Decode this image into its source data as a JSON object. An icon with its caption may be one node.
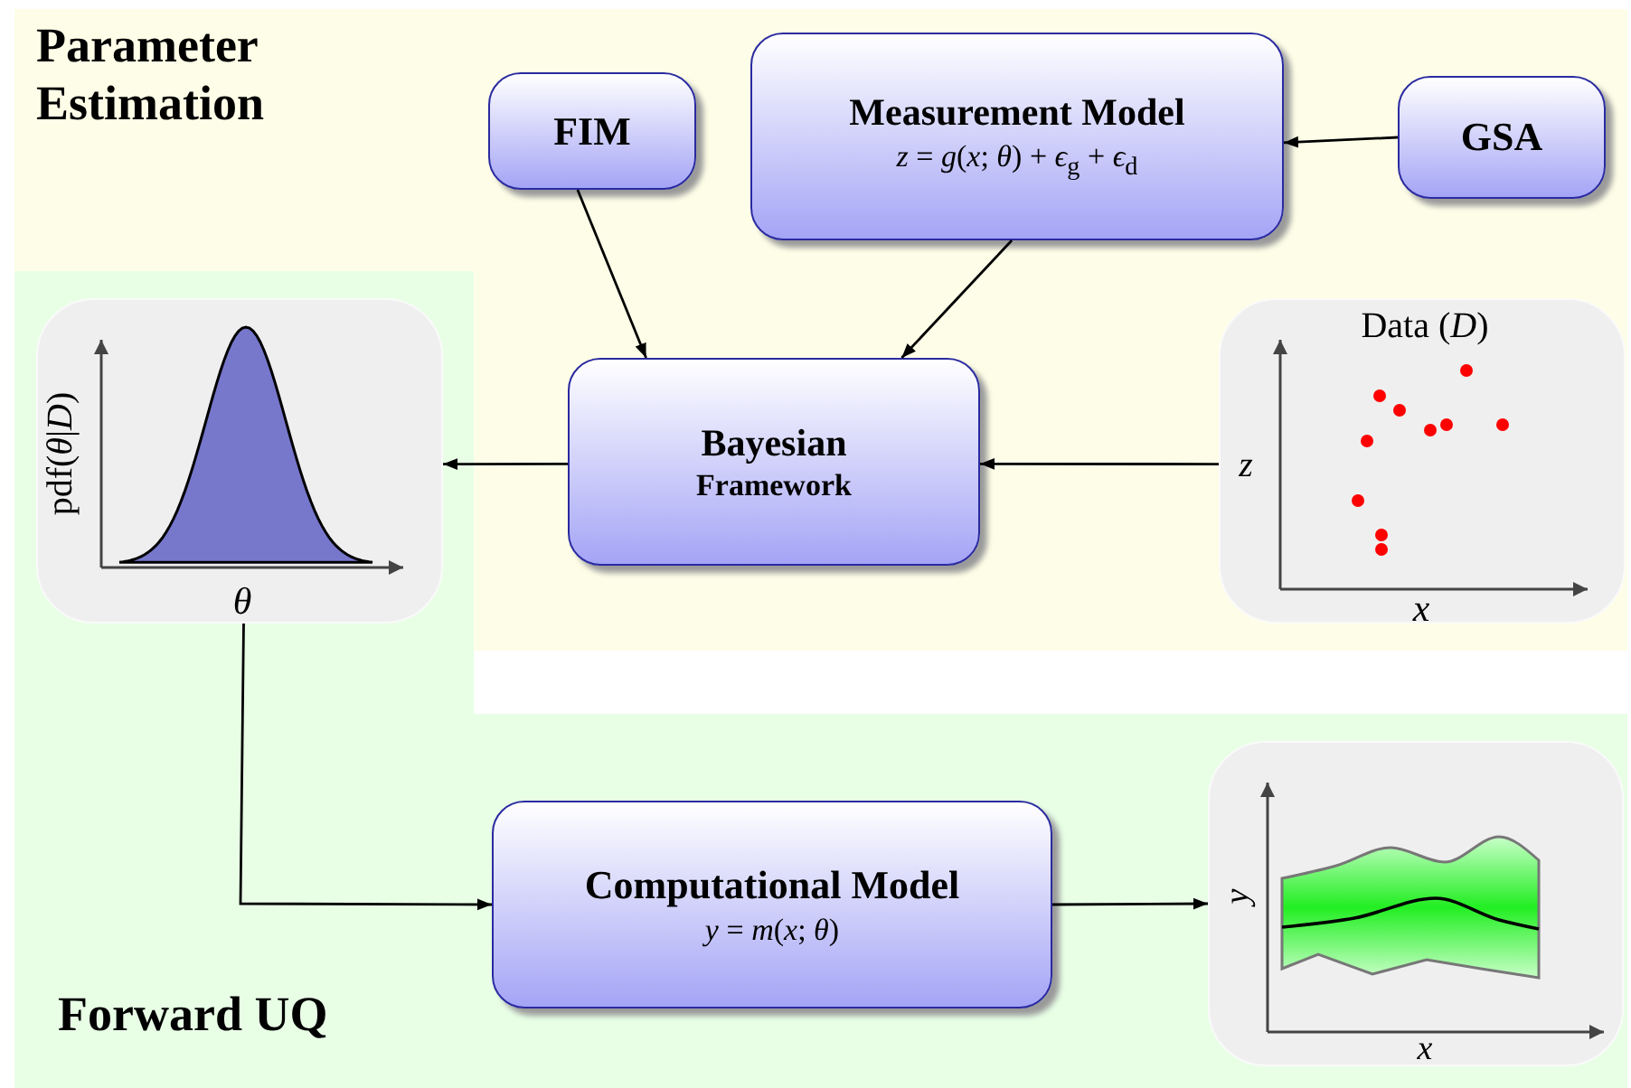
{
  "diagram": {
    "nodes": [
      {
        "text": [
          "Parameter Estimation"
        ]
      },
      {
        "text": [
          "FIM"
        ],
        "in": 0
      },
      {
        "text": [
          "Measurement Model",
          "*z* = *g*(*x*; *θ*) + *ϵ*$_{g}$ + *ϵ*$_{d}$"
        ],
        "in": 0
      },
      {
        "text": [
          "GSA"
        ],
        "in": 0
      },
      {
        "text": [
          "Bayesian",
          "Framework"
        ],
        "in": 0
      },
      {
        "text": [
          "Data (*D*)",
          "z",
          "x"
        ],
        "in": 0
      },
      {
        "text": [
          "pdf(*θ*|*D*)",
          "θ"
        ]
      },
      {
        "text": [
          "Forward UQ"
        ]
      },
      {
        "text": [
          "Computational Model",
          "*y* = *m*(*x*; *θ*)"
        ],
        "in": 7
      },
      {
        "text": [
          "y",
          "x"
        ],
        "in": 7
      }
    ],
    "edges": [
      {
        "from": 3,
        "to": 2,
        "arrow": "to"
      },
      {
        "from": 1,
        "to": 4,
        "arrow": "to"
      },
      {
        "from": 2,
        "to": 4,
        "arrow": "to"
      },
      {
        "from": 5,
        "to": 4,
        "arrow": "to"
      },
      {
        "from": 4,
        "to": 6,
        "arrow": "to"
      },
      {
        "from": 6,
        "to": 8,
        "arrow": "to"
      },
      {
        "from": 8,
        "to": 9,
        "arrow": "to"
      }
    ]
  }
}
